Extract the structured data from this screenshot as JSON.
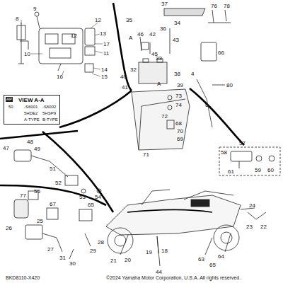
{
  "diagram": {
    "nodes": [
      {
        "text": [
          "VIEW A-A",
          "AP",
          "50",
          "-S6001",
          "-S6002",
          "5HDE2",
          "5HSP9",
          "A-TYPE",
          "B-TYPE"
        ]
      }
    ],
    "labels": [
      "9",
      "8",
      "10",
      "12",
      "12",
      "13",
      "17",
      "11",
      "14",
      "15",
      "16",
      "37",
      "76",
      "78",
      "35",
      "36",
      "34",
      "46",
      "42",
      "43",
      "45",
      "66",
      "33",
      "32",
      "40",
      "41",
      "38",
      "39",
      "73",
      "74",
      "72",
      "68",
      "70",
      "69",
      "71",
      "A",
      "A",
      "4",
      "80",
      "6",
      "57",
      "58",
      "59",
      "60",
      "61",
      "47",
      "48",
      "49",
      "51",
      "52",
      "53",
      "54",
      "55",
      "77",
      "67",
      "65",
      "26",
      "25",
      "27",
      "31",
      "30",
      "29",
      "28",
      "21",
      "20",
      "19",
      "18",
      "44",
      "63",
      "64",
      "65",
      "24",
      "23",
      "22",
      "BKD8110-X420",
      "©2024 Yamaha Motor Corporation, U.S.A. All rights reserved."
    ]
  }
}
